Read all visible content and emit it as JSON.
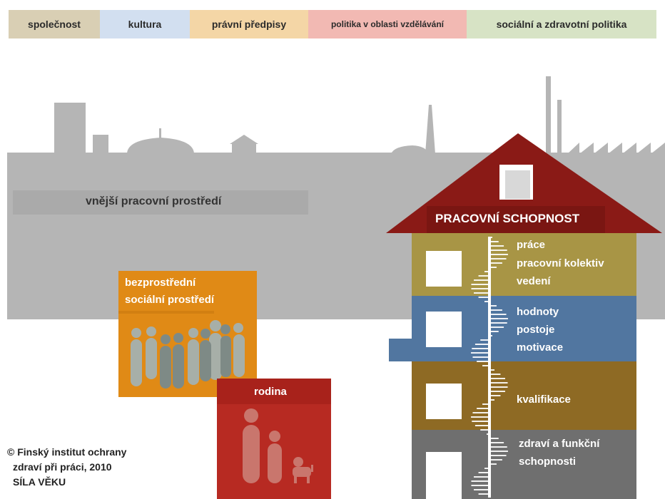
{
  "tabs": [
    {
      "label": "společnost",
      "color": "#d9cfb4"
    },
    {
      "label": "kultura",
      "color": "#d2dff0"
    },
    {
      "label": "právní předpisy",
      "color": "#f4d6a6"
    },
    {
      "label": "politika v oblasti vzdělávání",
      "color": "#f2b9b3"
    },
    {
      "label": "sociální a zdravotní politika",
      "color": "#d7e3c5"
    }
  ],
  "environment": {
    "label": "vnější pracovní prostředí",
    "color": "#b5b5b5"
  },
  "social": {
    "label_line1": "bezprostřední",
    "label_line2": "sociální prostředí",
    "color": "#e08a16"
  },
  "family": {
    "label": "rodina",
    "color": "#b72a22"
  },
  "roof": {
    "label": "PRACOVNÍ SCHOPNOST",
    "color": "#8a1a16"
  },
  "floors": [
    {
      "lines": [
        "práce",
        "pracovní kolektiv",
        "vedení"
      ],
      "color": "#a89545"
    },
    {
      "lines": [
        "hodnoty",
        "postoje",
        "motivace"
      ],
      "color": "#5176a0"
    },
    {
      "lines": [
        "kvalifikace"
      ],
      "color": "#8e6a24"
    },
    {
      "lines": [
        "zdraví a funkční",
        "schopnosti"
      ],
      "color": "#6f6f6f"
    }
  ],
  "credit": {
    "line1": "© Finský institut ochrany",
    "line2": "zdraví při práci, 2010",
    "line3": "SÍLA VĚKU"
  }
}
